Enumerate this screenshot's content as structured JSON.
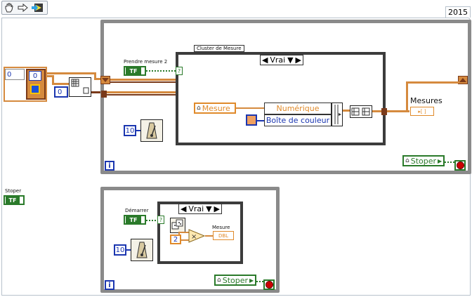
{
  "toolbar": {
    "year": "2015"
  },
  "outer": {
    "stoper_label": "Stoper",
    "stoper_tf": "TF",
    "array_index_value": "0",
    "array_elem_value": "0",
    "const_zero": "0"
  },
  "loop1": {
    "prendre_label": "Prendre mesure 2",
    "prendre_tf": "TF",
    "wait_const": "10",
    "cluster_label": "Cluster de Mesure",
    "case_selector": "Vrai",
    "mesure_label": "Mesure",
    "numerique_label": "Numérique",
    "boite_label": "Boîte de couleur",
    "mesures_label": "Mesures",
    "stoper_label": "Stoper",
    "iteration": "i"
  },
  "loop2": {
    "demarrer_label": "Démarrer",
    "demarrer_tf": "TF",
    "case_selector": "Vrai",
    "wait_const": "10",
    "mult_const": "2",
    "mult_symbol": "×",
    "mesure_label": "Mesure",
    "mesure_type": "DBL",
    "stoper_label": "Stoper",
    "iteration": "i"
  },
  "colors": {
    "loop_border": "#8a8a8a",
    "orange_wire": "#d58a3e",
    "brown_wire": "#7a3a1a",
    "boolean_green": "#2a7a2a",
    "integer_blue": "#1b36b0",
    "stop_red": "#cc0000"
  }
}
